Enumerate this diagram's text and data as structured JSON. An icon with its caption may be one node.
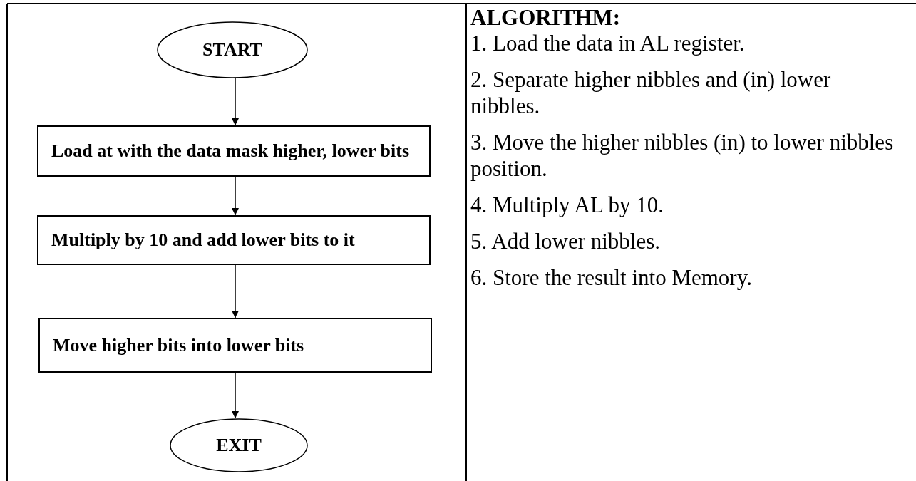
{
  "diagram": {
    "title": "ALGORITHM:",
    "nodes": [
      {
        "text": [
          "START"
        ]
      },
      {
        "text": [
          "Load at with the data mask higher, lower bits"
        ]
      },
      {
        "text": [
          "Multiply by 10 and add lower bits to it"
        ]
      },
      {
        "text": [
          "Move higher bits into lower bits"
        ]
      },
      {
        "text": [
          "EXIT"
        ]
      }
    ],
    "edges": [
      {
        "from": 0,
        "to": 1,
        "arrow": "to"
      },
      {
        "from": 1,
        "to": 2,
        "arrow": "to"
      },
      {
        "from": 2,
        "to": 3,
        "arrow": "to"
      },
      {
        "from": 3,
        "to": 4,
        "arrow": "to"
      }
    ],
    "labels": [
      "1. Load the data in AL register.",
      "2. Separate higher nibbles and (in) lower nibbles.",
      "3. Move the higher nibbles (in) to lower nibbles position.",
      "4. Multiply AL by 10.",
      "5. Add lower nibbles.",
      "6. Store the result into Memory."
    ]
  }
}
